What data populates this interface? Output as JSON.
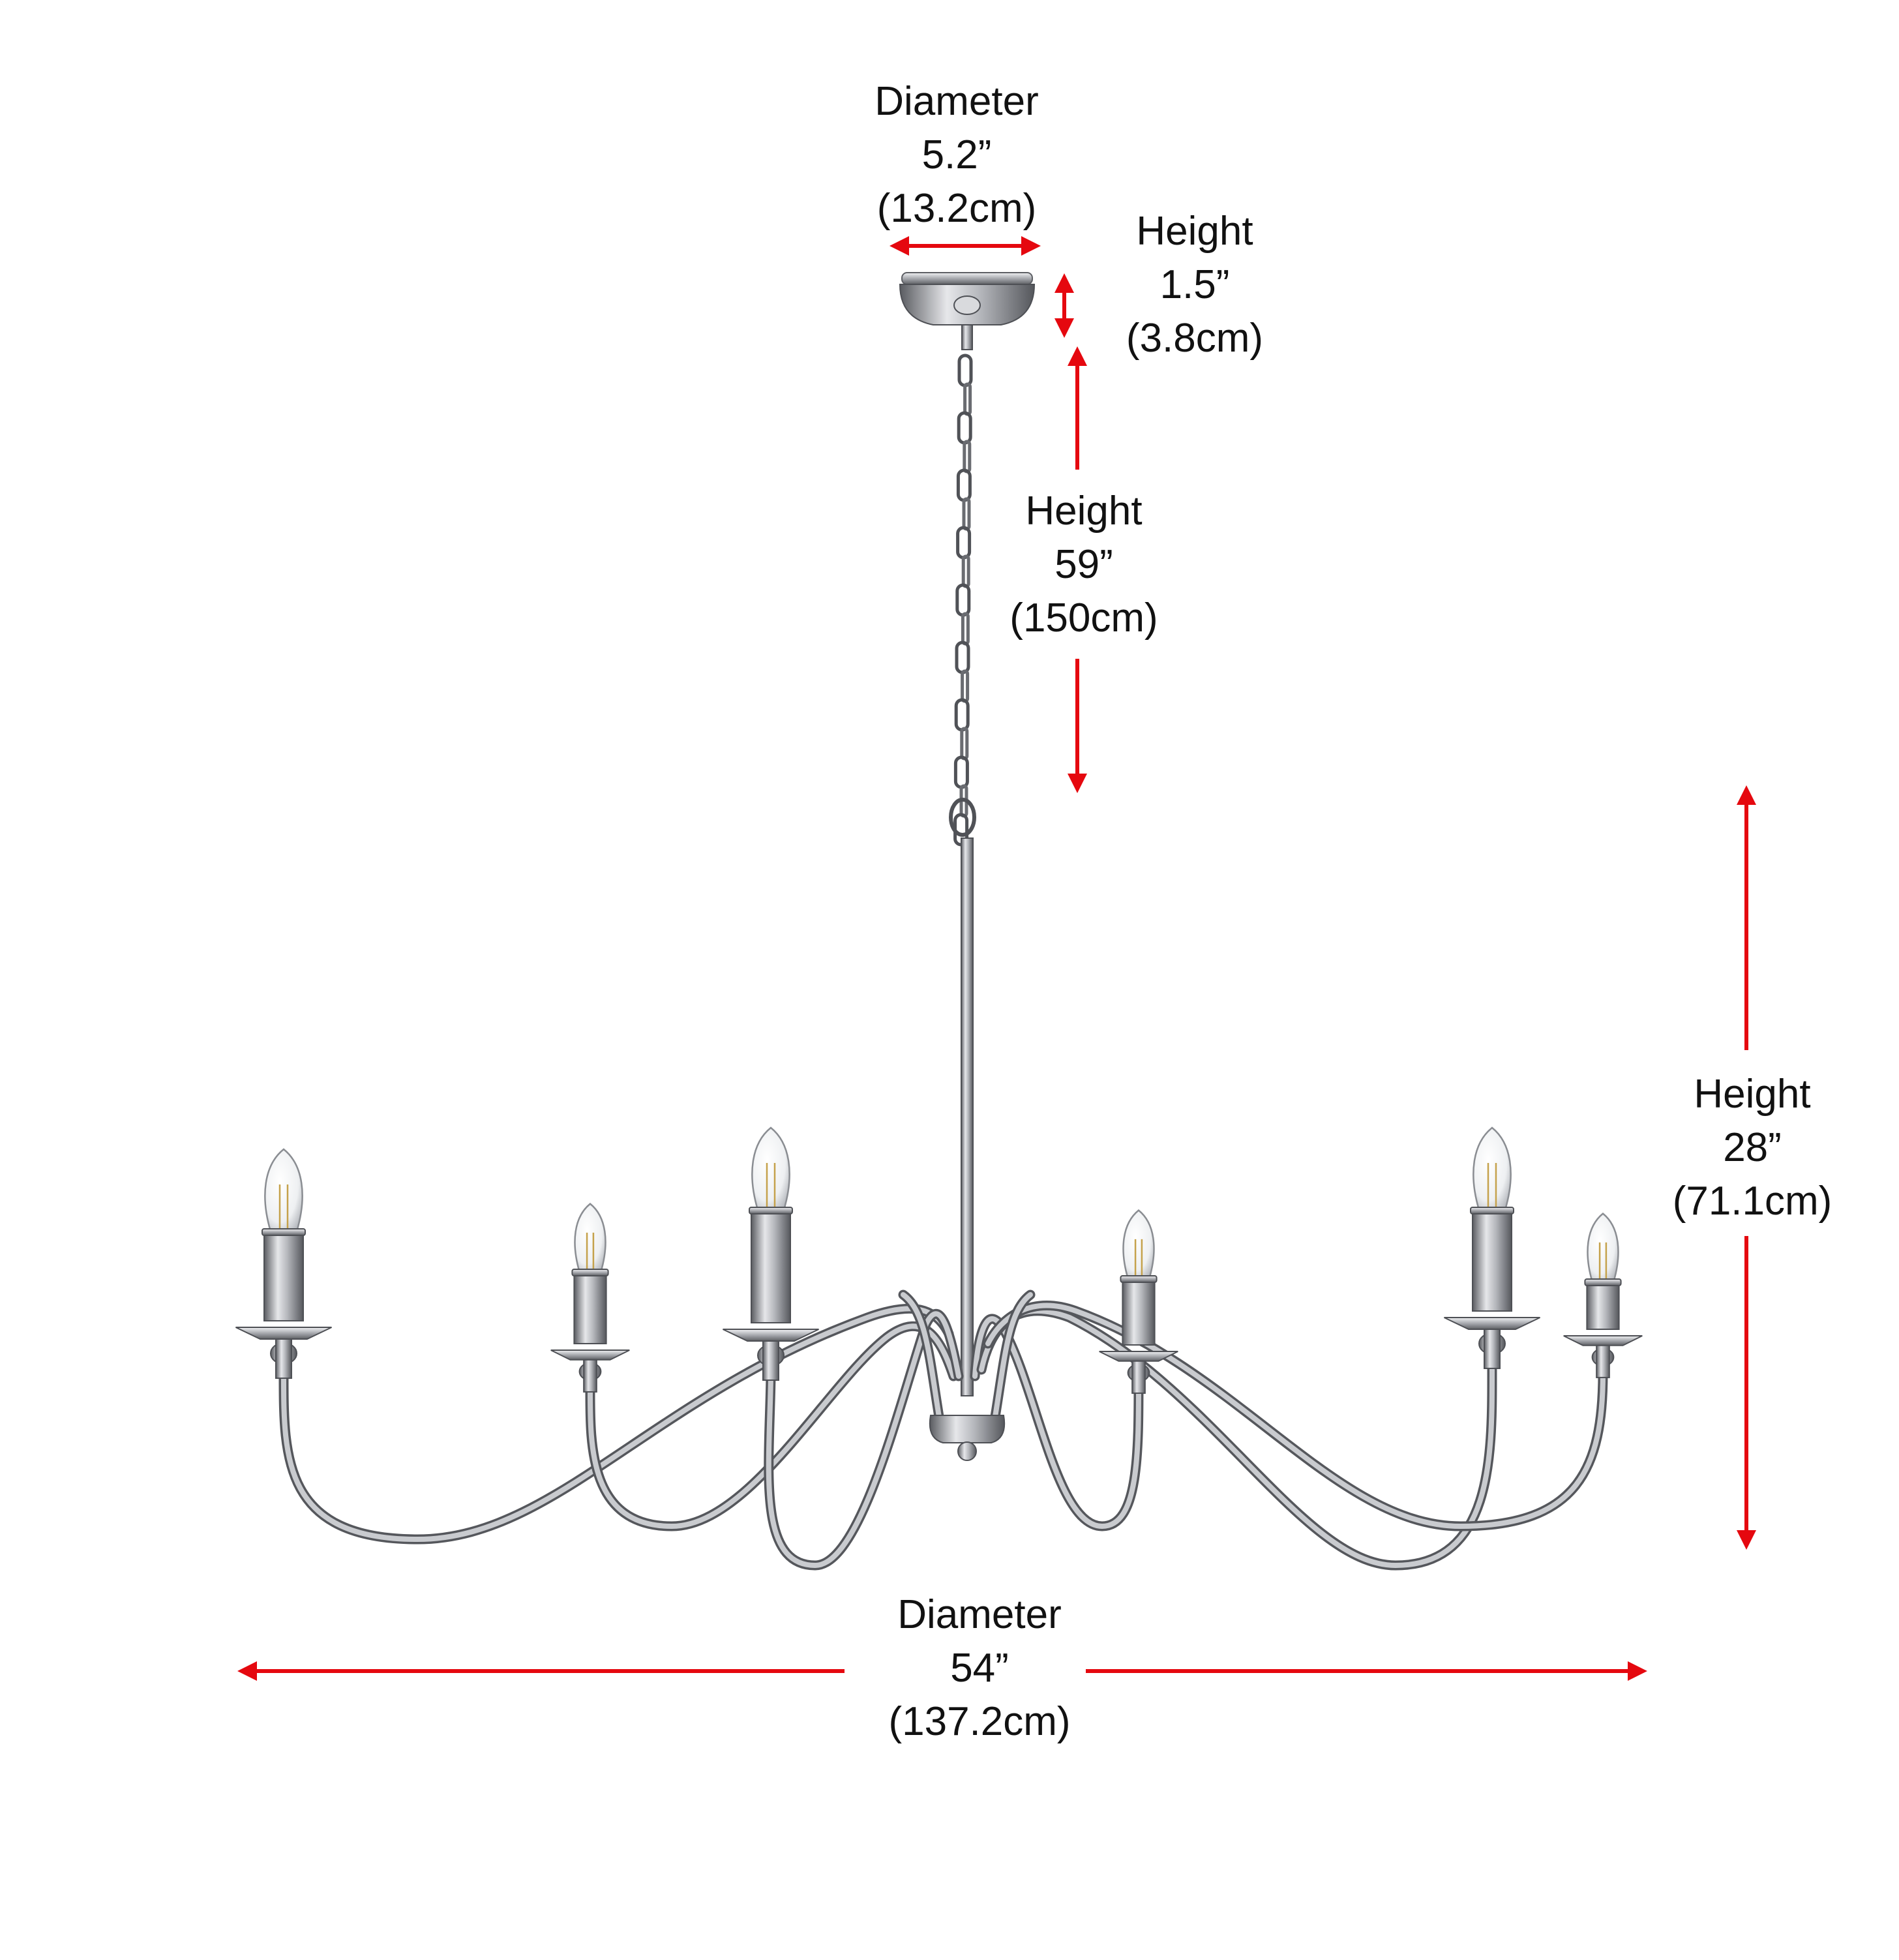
{
  "colors": {
    "arrow": "#e5080f",
    "metal": "#9c9ea3",
    "metal_dark": "#4e5055",
    "text": "#111111",
    "background": "#ffffff"
  },
  "dimensions": {
    "canopy_diameter": {
      "label": "Diameter",
      "imperial": "5.2”",
      "metric": "(13.2cm)"
    },
    "canopy_height": {
      "label": "Height",
      "imperial": "1.5”",
      "metric": "(3.8cm)"
    },
    "chain_height": {
      "label": "Height",
      "imperial": "59”",
      "metric": "(150cm)"
    },
    "fixture_height": {
      "label": "Height",
      "imperial": "28”",
      "metric": "(71.1cm)"
    },
    "fixture_diameter": {
      "label": "Diameter",
      "imperial": "54”",
      "metric": "(137.2cm)"
    }
  },
  "fixture": {
    "type": "chandelier",
    "finish": "polished nickel",
    "light_count": 6,
    "bulb_type": "filament candle bulb"
  }
}
